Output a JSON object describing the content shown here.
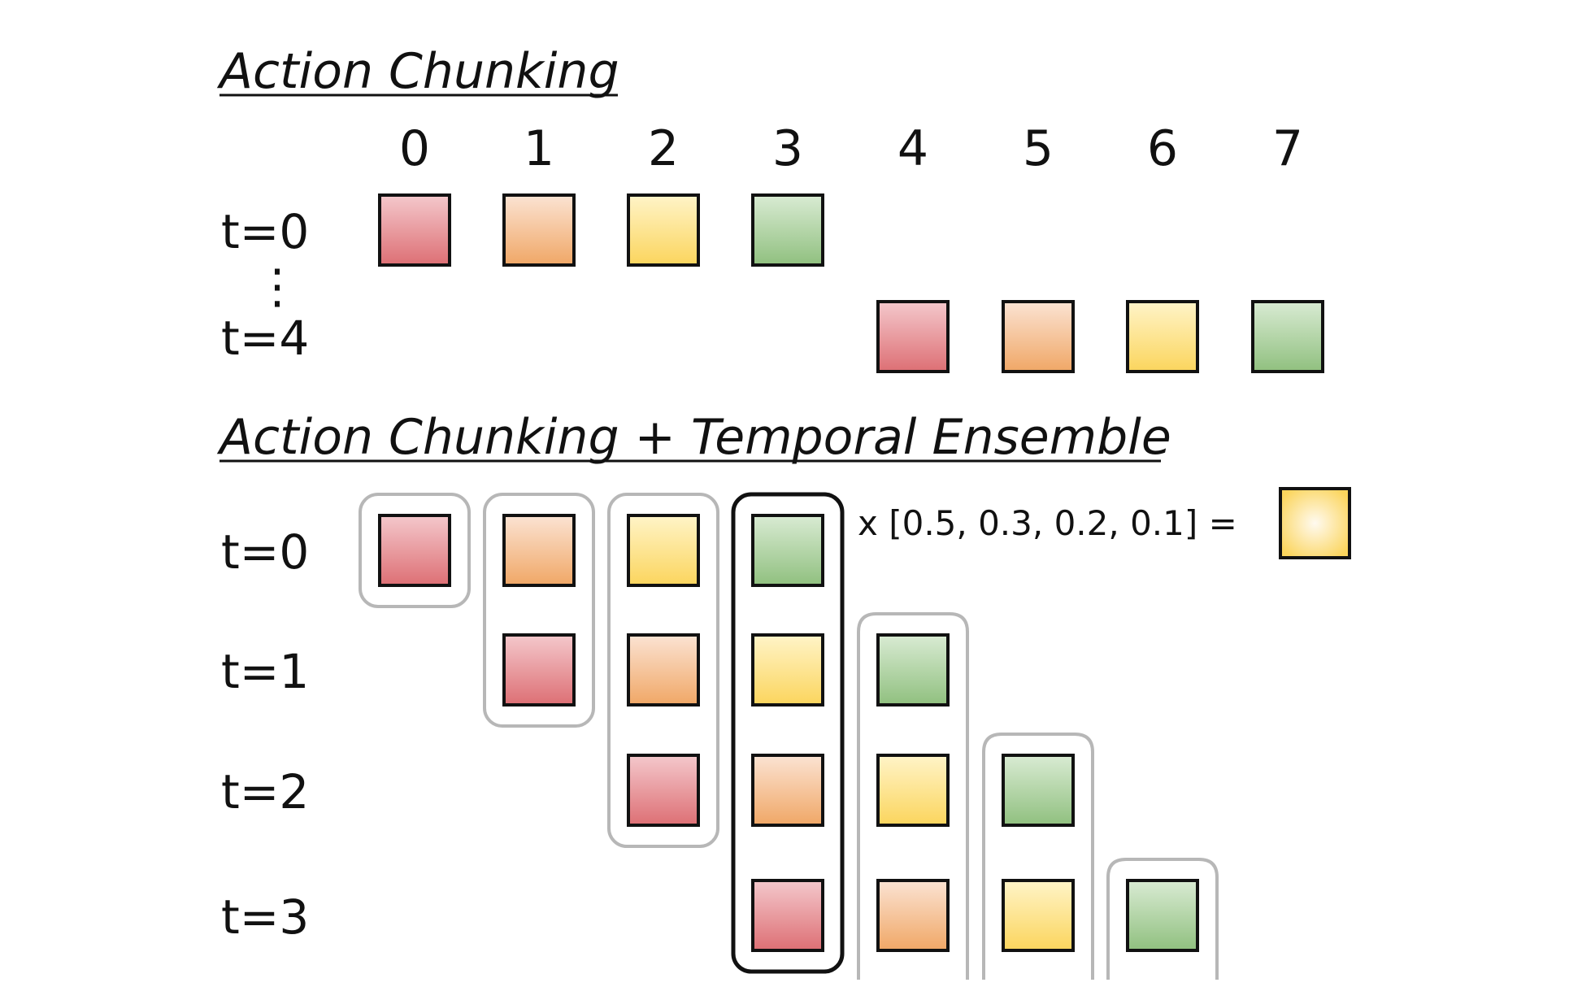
{
  "colors": {
    "red": [
      "#f4c8cc",
      "#dd6f74"
    ],
    "orange": [
      "#fbe3d3",
      "#f0a766"
    ],
    "yellow": [
      "#fff4c8",
      "#fbd55d"
    ],
    "green": [
      "#d9ebd3",
      "#90c07f"
    ],
    "box_gray": "#b7b7b7",
    "box_black": "#111111"
  },
  "section1": {
    "title": "Action Chunking",
    "timesteps": [
      "0",
      "1",
      "2",
      "3",
      "4",
      "5",
      "6",
      "7"
    ],
    "rows": [
      {
        "label": "t=0",
        "start": 0,
        "actions": [
          "red",
          "orange",
          "yellow",
          "green"
        ]
      },
      {
        "label": "t=4",
        "start": 4,
        "actions": [
          "red",
          "orange",
          "yellow",
          "green"
        ]
      }
    ],
    "ellipsis": "⋮"
  },
  "section2": {
    "title": "Action Chunking + Temporal Ensemble",
    "rows": [
      {
        "label": "t=0",
        "start": 0,
        "actions": [
          "red",
          "orange",
          "yellow",
          "green"
        ]
      },
      {
        "label": "t=1",
        "start": 1,
        "actions": [
          "red",
          "orange",
          "yellow",
          "green"
        ]
      },
      {
        "label": "t=2",
        "start": 2,
        "actions": [
          "red",
          "orange",
          "yellow",
          "green"
        ]
      },
      {
        "label": "t=3",
        "start": 3,
        "actions": [
          "red",
          "orange",
          "yellow",
          "green"
        ]
      }
    ],
    "formula": "x [0.5, 0.3, 0.2, 0.1] =",
    "highlighted_timestep": 3
  }
}
